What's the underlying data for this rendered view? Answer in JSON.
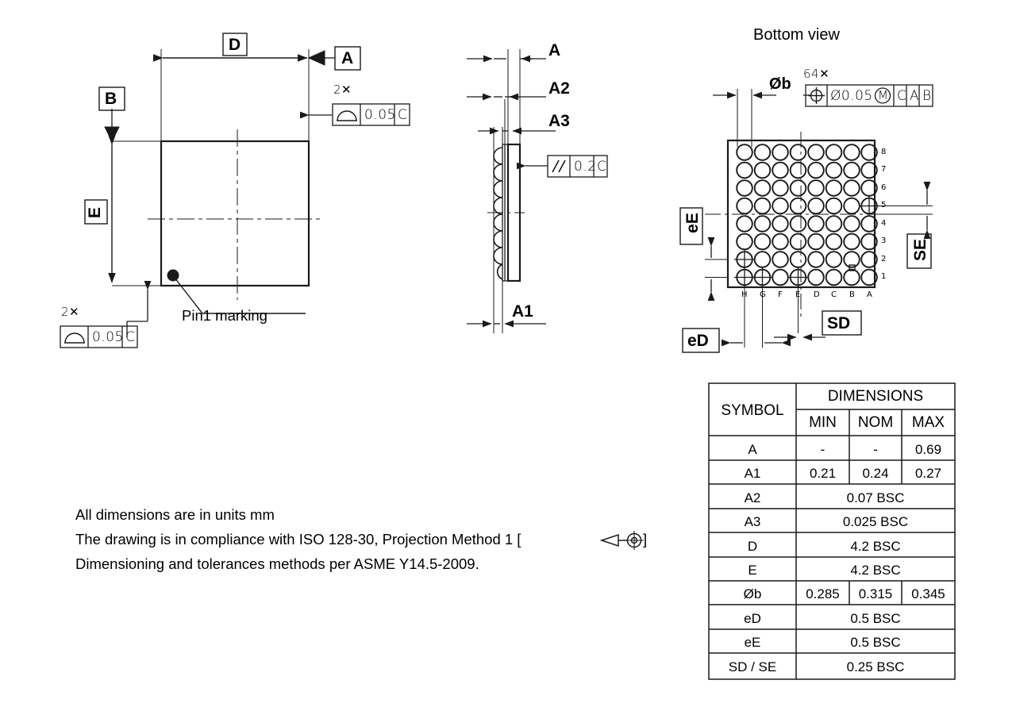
{
  "drawing": {
    "title_bottom_view": "Bottom view",
    "pin1_label": "Pin1 marking",
    "top_view": {
      "dim_D": "D",
      "dim_E": "E",
      "datum_A": "A",
      "datum_B": "B",
      "qty_top": "2✕",
      "fcf_top": {
        "symbol": "profile-of-surface",
        "tolerance": "0.05",
        "datum": "C"
      },
      "qty_bottom": "2✕",
      "fcf_bottom": {
        "symbol": "profile-of-surface",
        "tolerance": "0.05",
        "datum": "C"
      }
    },
    "side_view": {
      "dim_A": "A",
      "dim_A1": "A1",
      "dim_A2": "A2",
      "dim_A3": "A3",
      "fcf_parallel": {
        "symbol": "parallelism",
        "tolerance": "0.2",
        "datum": "C"
      }
    },
    "bottom_view": {
      "ball_dia_label": "Øb",
      "ball_qty": "64✕",
      "fcf_position": {
        "symbol": "position",
        "diameter": "Ø0.05",
        "modifier": "M",
        "datums": [
          "C",
          "A",
          "B"
        ]
      },
      "dim_eE": "eE",
      "dim_eD": "eD",
      "dim_SD": "SD",
      "dim_SE": "SE",
      "col_labels": [
        "H",
        "G",
        "F",
        "E",
        "D",
        "C",
        "B",
        "A"
      ],
      "row_labels": [
        "8",
        "7",
        "6",
        "5",
        "4",
        "3",
        "2",
        "1"
      ],
      "ball_count": 64,
      "grid_rows": 8,
      "grid_cols": 8,
      "crosshair_balls": [
        "A5",
        "H2",
        "H1",
        "G1",
        "E1"
      ]
    }
  },
  "notes": [
    "All dimensions are in units mm",
    "The drawing is in compliance with ISO 128-30, Projection Method 1 [",
    "]",
    "Dimensioning and tolerances methods per ASME Y14.5-2009."
  ],
  "table": {
    "header_symbol": "SYMBOL",
    "header_dimensions": "DIMENSIONS",
    "subheaders": [
      "MIN",
      "NOM",
      "MAX"
    ],
    "rows": [
      {
        "symbol": "A",
        "min": "-",
        "nom": "-",
        "max": "0.69",
        "span": false
      },
      {
        "symbol": "A1",
        "min": "0.21",
        "nom": "0.24",
        "max": "0.27",
        "span": false
      },
      {
        "symbol": "A2",
        "value": "0.07 BSC",
        "span": true
      },
      {
        "symbol": "A3",
        "value": "0.025 BSC",
        "span": true
      },
      {
        "symbol": "D",
        "value": "4.2 BSC",
        "span": true
      },
      {
        "symbol": "E",
        "value": "4.2 BSC",
        "span": true
      },
      {
        "symbol": "Øb",
        "min": "0.285",
        "nom": "0.315",
        "max": "0.345",
        "span": false
      },
      {
        "symbol": "eD",
        "value": "0.5 BSC",
        "span": true
      },
      {
        "symbol": "eE",
        "value": "0.5 BSC",
        "span": true
      },
      {
        "symbol": "SD / SE",
        "value": "0.25 BSC",
        "span": true
      }
    ]
  },
  "colors": {
    "line": "#1a1a1a",
    "thin": "#444444",
    "background": "#ffffff"
  }
}
